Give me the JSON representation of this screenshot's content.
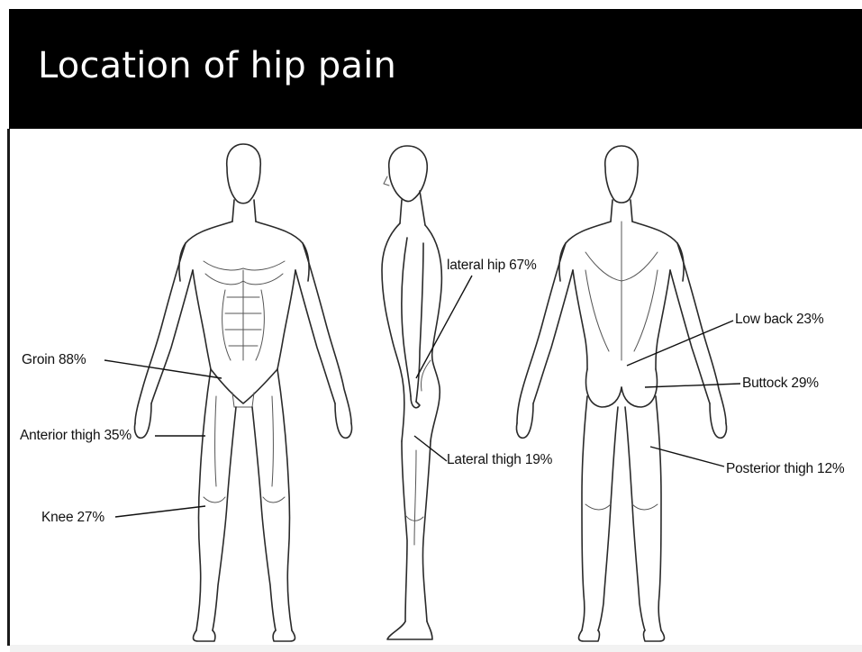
{
  "title": "Location of hip pain",
  "labels": {
    "groin": "Groin 88%",
    "anterior_thigh": "Anterior thigh 35%",
    "knee": "Knee 27%",
    "lateral_hip": "lateral hip 67%",
    "lateral_thigh": "Lateral thigh 19%",
    "low_back": "Low back 23%",
    "buttock": "Buttock 29%",
    "posterior_thigh": "Posterior thigh 12%"
  },
  "colors": {
    "title_bar": "#000000",
    "title_text": "#ffffff",
    "line_art": "#2a2a2a"
  }
}
